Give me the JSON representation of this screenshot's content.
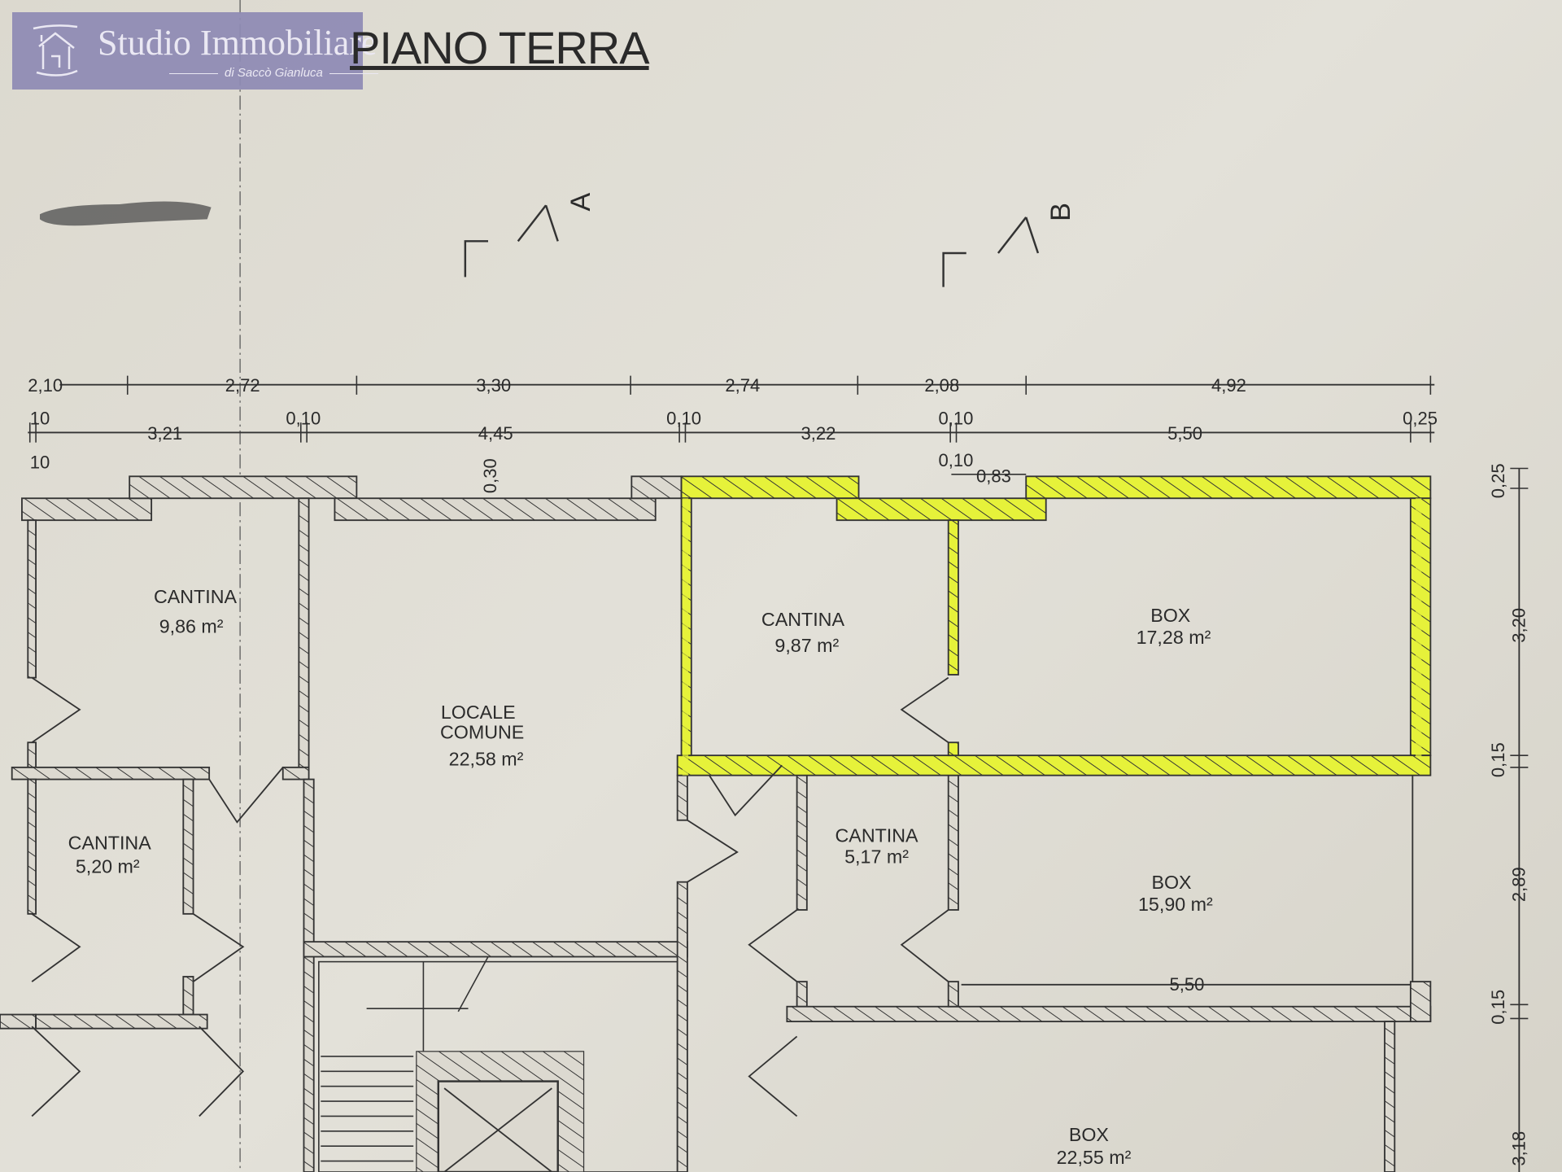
{
  "logo": {
    "name": "Studio Immobiliare",
    "subtitle": "di Saccò Gianluca"
  },
  "title": "PIANO TERRA",
  "section_marks": [
    "A",
    "B"
  ],
  "dimensions_top_row1": [
    "2,10",
    "2,72",
    "3,30",
    "2,74",
    "2,08",
    "4,92"
  ],
  "dimensions_top_row2": [
    "10",
    "3,21",
    "0,10",
    "4,45",
    "0,10",
    "3,22",
    "0,10",
    "5,50",
    "0,25"
  ],
  "dimensions_misc": {
    "left_10": "10",
    "wall_030": "0,30",
    "wall_010": "0,10",
    "gap_083": "0,83",
    "box_width": "5,50"
  },
  "dimensions_right": [
    "0,25",
    "3,20",
    "0,15",
    "2,89",
    "0,15",
    "3,18"
  ],
  "rooms": [
    {
      "name": "CANTINA",
      "area": "9,86 m²"
    },
    {
      "name": "CANTINA",
      "area": "5,20 m²"
    },
    {
      "name": "LOCALE",
      "name2": "COMUNE",
      "area": "22,58 m²"
    },
    {
      "name": "CANTINA",
      "area": "9,87 m²"
    },
    {
      "name": "BOX",
      "area": "17,28 m²"
    },
    {
      "name": "CANTINA",
      "area": "5,17 m²"
    },
    {
      "name": "BOX",
      "area": "15,90 m²"
    },
    {
      "name": "BOX",
      "area": "22,55 m²"
    }
  ],
  "colors": {
    "highlight": "#e6f23a",
    "wall": "#2f2f2f",
    "paper": "#dedbd2",
    "logo_bg": "#8f8bb5"
  }
}
